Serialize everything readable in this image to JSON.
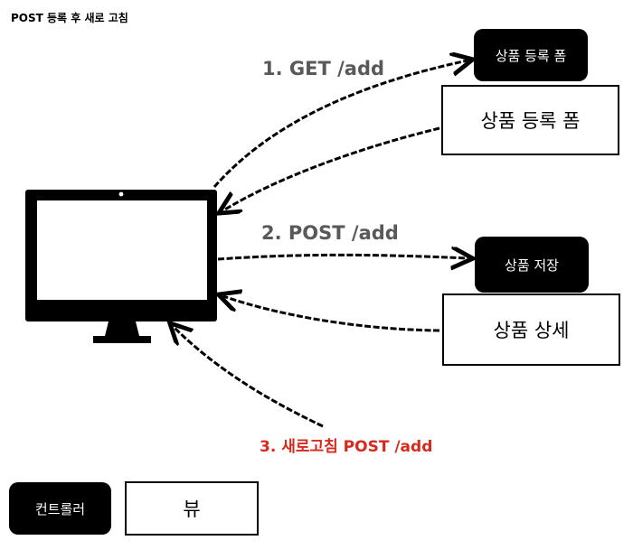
{
  "title": "POST 등록 후 새로 고침",
  "steps": {
    "get_add": "1. GET /add",
    "post_add": "2. POST /add",
    "refresh_post_add": "3. 새로고침 POST /add"
  },
  "boxes": {
    "form_controller": "상품 등록 폼",
    "form_view": "상품 등록 폼",
    "save_controller": "상품 저장",
    "detail_view": "상품 상세"
  },
  "legend": {
    "controller": "컨트롤러",
    "view": "뷰"
  },
  "colors": {
    "step_label": "#595959",
    "refresh_label": "#d8291c",
    "controller_fill": "#000000",
    "view_border": "#000000"
  },
  "icons": [
    "computer-monitor-icon"
  ]
}
